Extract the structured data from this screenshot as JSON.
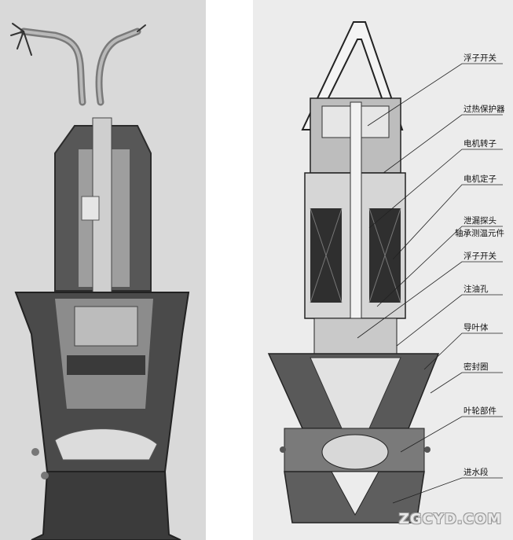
{
  "callouts": [
    {
      "id": "float-switch-top",
      "text": "浮子开关"
    },
    {
      "id": "overheat-protector",
      "text": "过热保护器"
    },
    {
      "id": "motor-rotor",
      "text": "电机转子"
    },
    {
      "id": "motor-stator",
      "text": "电机定子"
    },
    {
      "id": "leak-probe",
      "text": "泄漏探头"
    },
    {
      "id": "bearing-temp-sensor",
      "text": "轴承测温元件"
    },
    {
      "id": "float-switch-mid",
      "text": "浮子开关"
    },
    {
      "id": "oil-hole",
      "text": "注油孔"
    },
    {
      "id": "guide-vane",
      "text": "导叶体"
    },
    {
      "id": "seal-ring",
      "text": "密封圈"
    },
    {
      "id": "impeller-part",
      "text": "叶轮部件"
    },
    {
      "id": "inlet-section",
      "text": "进水段"
    }
  ],
  "watermark": "ZGCYD.COM",
  "colors": {
    "metal_dark": "#3d3d3d",
    "metal_mid": "#6e6e6e",
    "metal_light": "#b5b5b5"
  }
}
